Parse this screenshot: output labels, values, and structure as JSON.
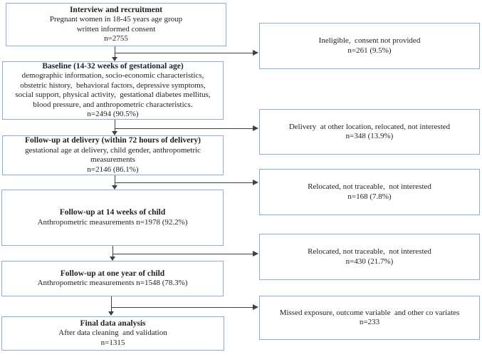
{
  "flow": {
    "colors": {
      "box_border": "#8faadc",
      "connector": "#404040",
      "text": "#1f1f1f"
    },
    "left_boxes": [
      {
        "title": "Interview and recruitment",
        "lines": [
          "Pregnant women in 18-45 years age group",
          "written informed consent",
          "n=2755"
        ]
      },
      {
        "title": "Baseline (14-32 weeks of gestational age)",
        "lines": [
          "demographic information, socio-economic characteristics,",
          "obstetric history,  behavioral factors, depressive symptoms,",
          "social support, physical activity,  gestational diabetes mellitus,",
          "blood pressure, and anthropometric characteristics.",
          "n=2494 (90.5%)"
        ]
      },
      {
        "title": "Follow-up at delivery (within 72 hours of delivery)",
        "lines": [
          "gestational age at delivery, child gender, anthropometric",
          "measurements",
          "n=2146 (86.1%)"
        ]
      },
      {
        "title": "Follow-up at 14 weeks of child",
        "lines": [
          "Anthropometric measurements n=1978 (92.2%)"
        ]
      },
      {
        "title": "Follow-up at one year of child",
        "lines": [
          "Anthropometric measurements n=1548 (78.3%)"
        ]
      },
      {
        "title": "Final data analysis",
        "lines": [
          "After data cleaning  and validation",
          "n=1315"
        ]
      }
    ],
    "right_boxes": [
      {
        "lines": [
          "Ineligible,  consent not provided",
          "n=261 (9.5%)"
        ]
      },
      {
        "lines": [
          "Delivery  at other location, relocated, not interested",
          "n=348 (13.9%)"
        ]
      },
      {
        "lines": [
          "Relocated, not traceable,  not interested",
          "n=168 (7.8%)"
        ]
      },
      {
        "lines": [
          "Relocated, not traceable,  not interested",
          "n=430 (21.7%)"
        ]
      },
      {
        "lines": [
          "Missed exposure, outcome variable  and other co variates",
          "n=233"
        ]
      }
    ]
  }
}
